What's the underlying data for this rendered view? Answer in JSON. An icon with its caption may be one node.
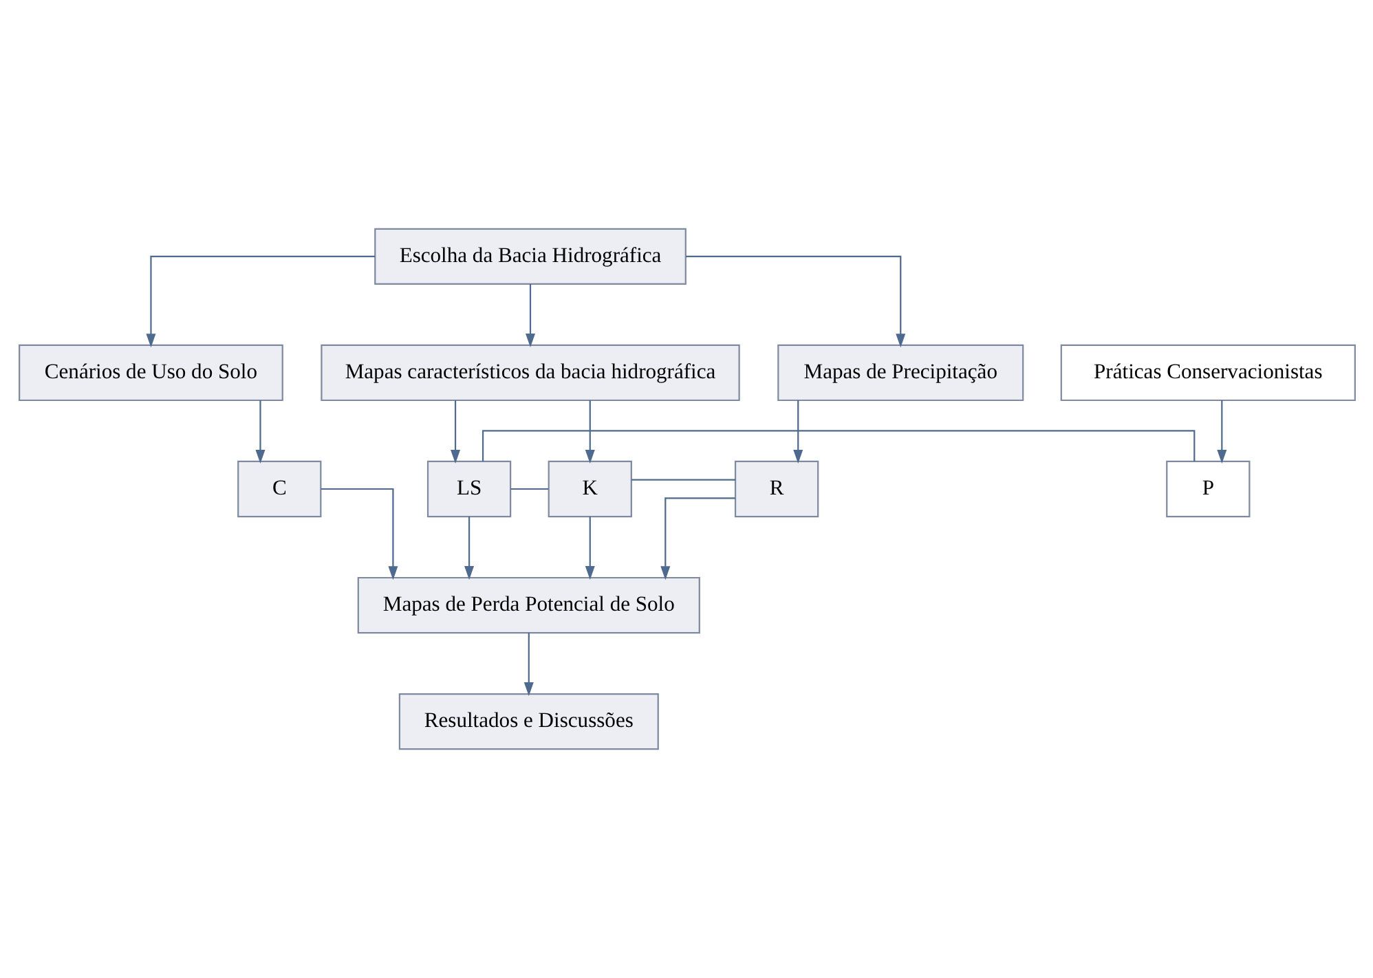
{
  "diagram": {
    "nodes": [
      {
        "text": [
          "Escolha da Bacia Hidrográfica"
        ]
      },
      {
        "text": [
          "Cenários de Uso do Solo"
        ]
      },
      {
        "text": [
          "Práticas Conservacionistas"
        ]
      },
      {
        "text": [
          "Mapas característicos da bacia hidrográfica"
        ]
      },
      {
        "text": [
          "Mapas de Precipitação"
        ]
      },
      {
        "text": [
          "C"
        ]
      },
      {
        "text": [
          "P"
        ]
      },
      {
        "text": [
          "LS"
        ]
      },
      {
        "text": [
          "K"
        ]
      },
      {
        "text": [
          "R"
        ]
      },
      {
        "text": [
          "Mapas de Perda Potencial de Solo"
        ]
      },
      {
        "text": [
          "Resultados e Discussões"
        ]
      }
    ],
    "edges": [
      {
        "from": 0,
        "to": 1,
        "arrow": "to"
      },
      {
        "from": 0,
        "to": 3,
        "arrow": "to"
      },
      {
        "from": 0,
        "to": 4,
        "arrow": "to"
      },
      {
        "from": 1,
        "to": 5,
        "arrow": "to"
      },
      {
        "from": 2,
        "to": 6,
        "arrow": "to"
      },
      {
        "from": 3,
        "to": 7,
        "arrow": "to"
      },
      {
        "from": 3,
        "to": 8,
        "arrow": "to"
      },
      {
        "from": 4,
        "to": 9,
        "arrow": "to"
      },
      {
        "from": 6,
        "to": 7,
        "arrow": "none"
      },
      {
        "from": 7,
        "to": 8,
        "arrow": "none"
      },
      {
        "from": 8,
        "to": 9,
        "arrow": "none"
      },
      {
        "from": 5,
        "to": 10,
        "arrow": "to"
      },
      {
        "from": 7,
        "to": 10,
        "arrow": "to"
      },
      {
        "from": 8,
        "to": 10,
        "arrow": "to"
      },
      {
        "from": 9,
        "to": 10,
        "arrow": "to"
      },
      {
        "from": 10,
        "to": 11,
        "arrow": "to"
      }
    ]
  }
}
